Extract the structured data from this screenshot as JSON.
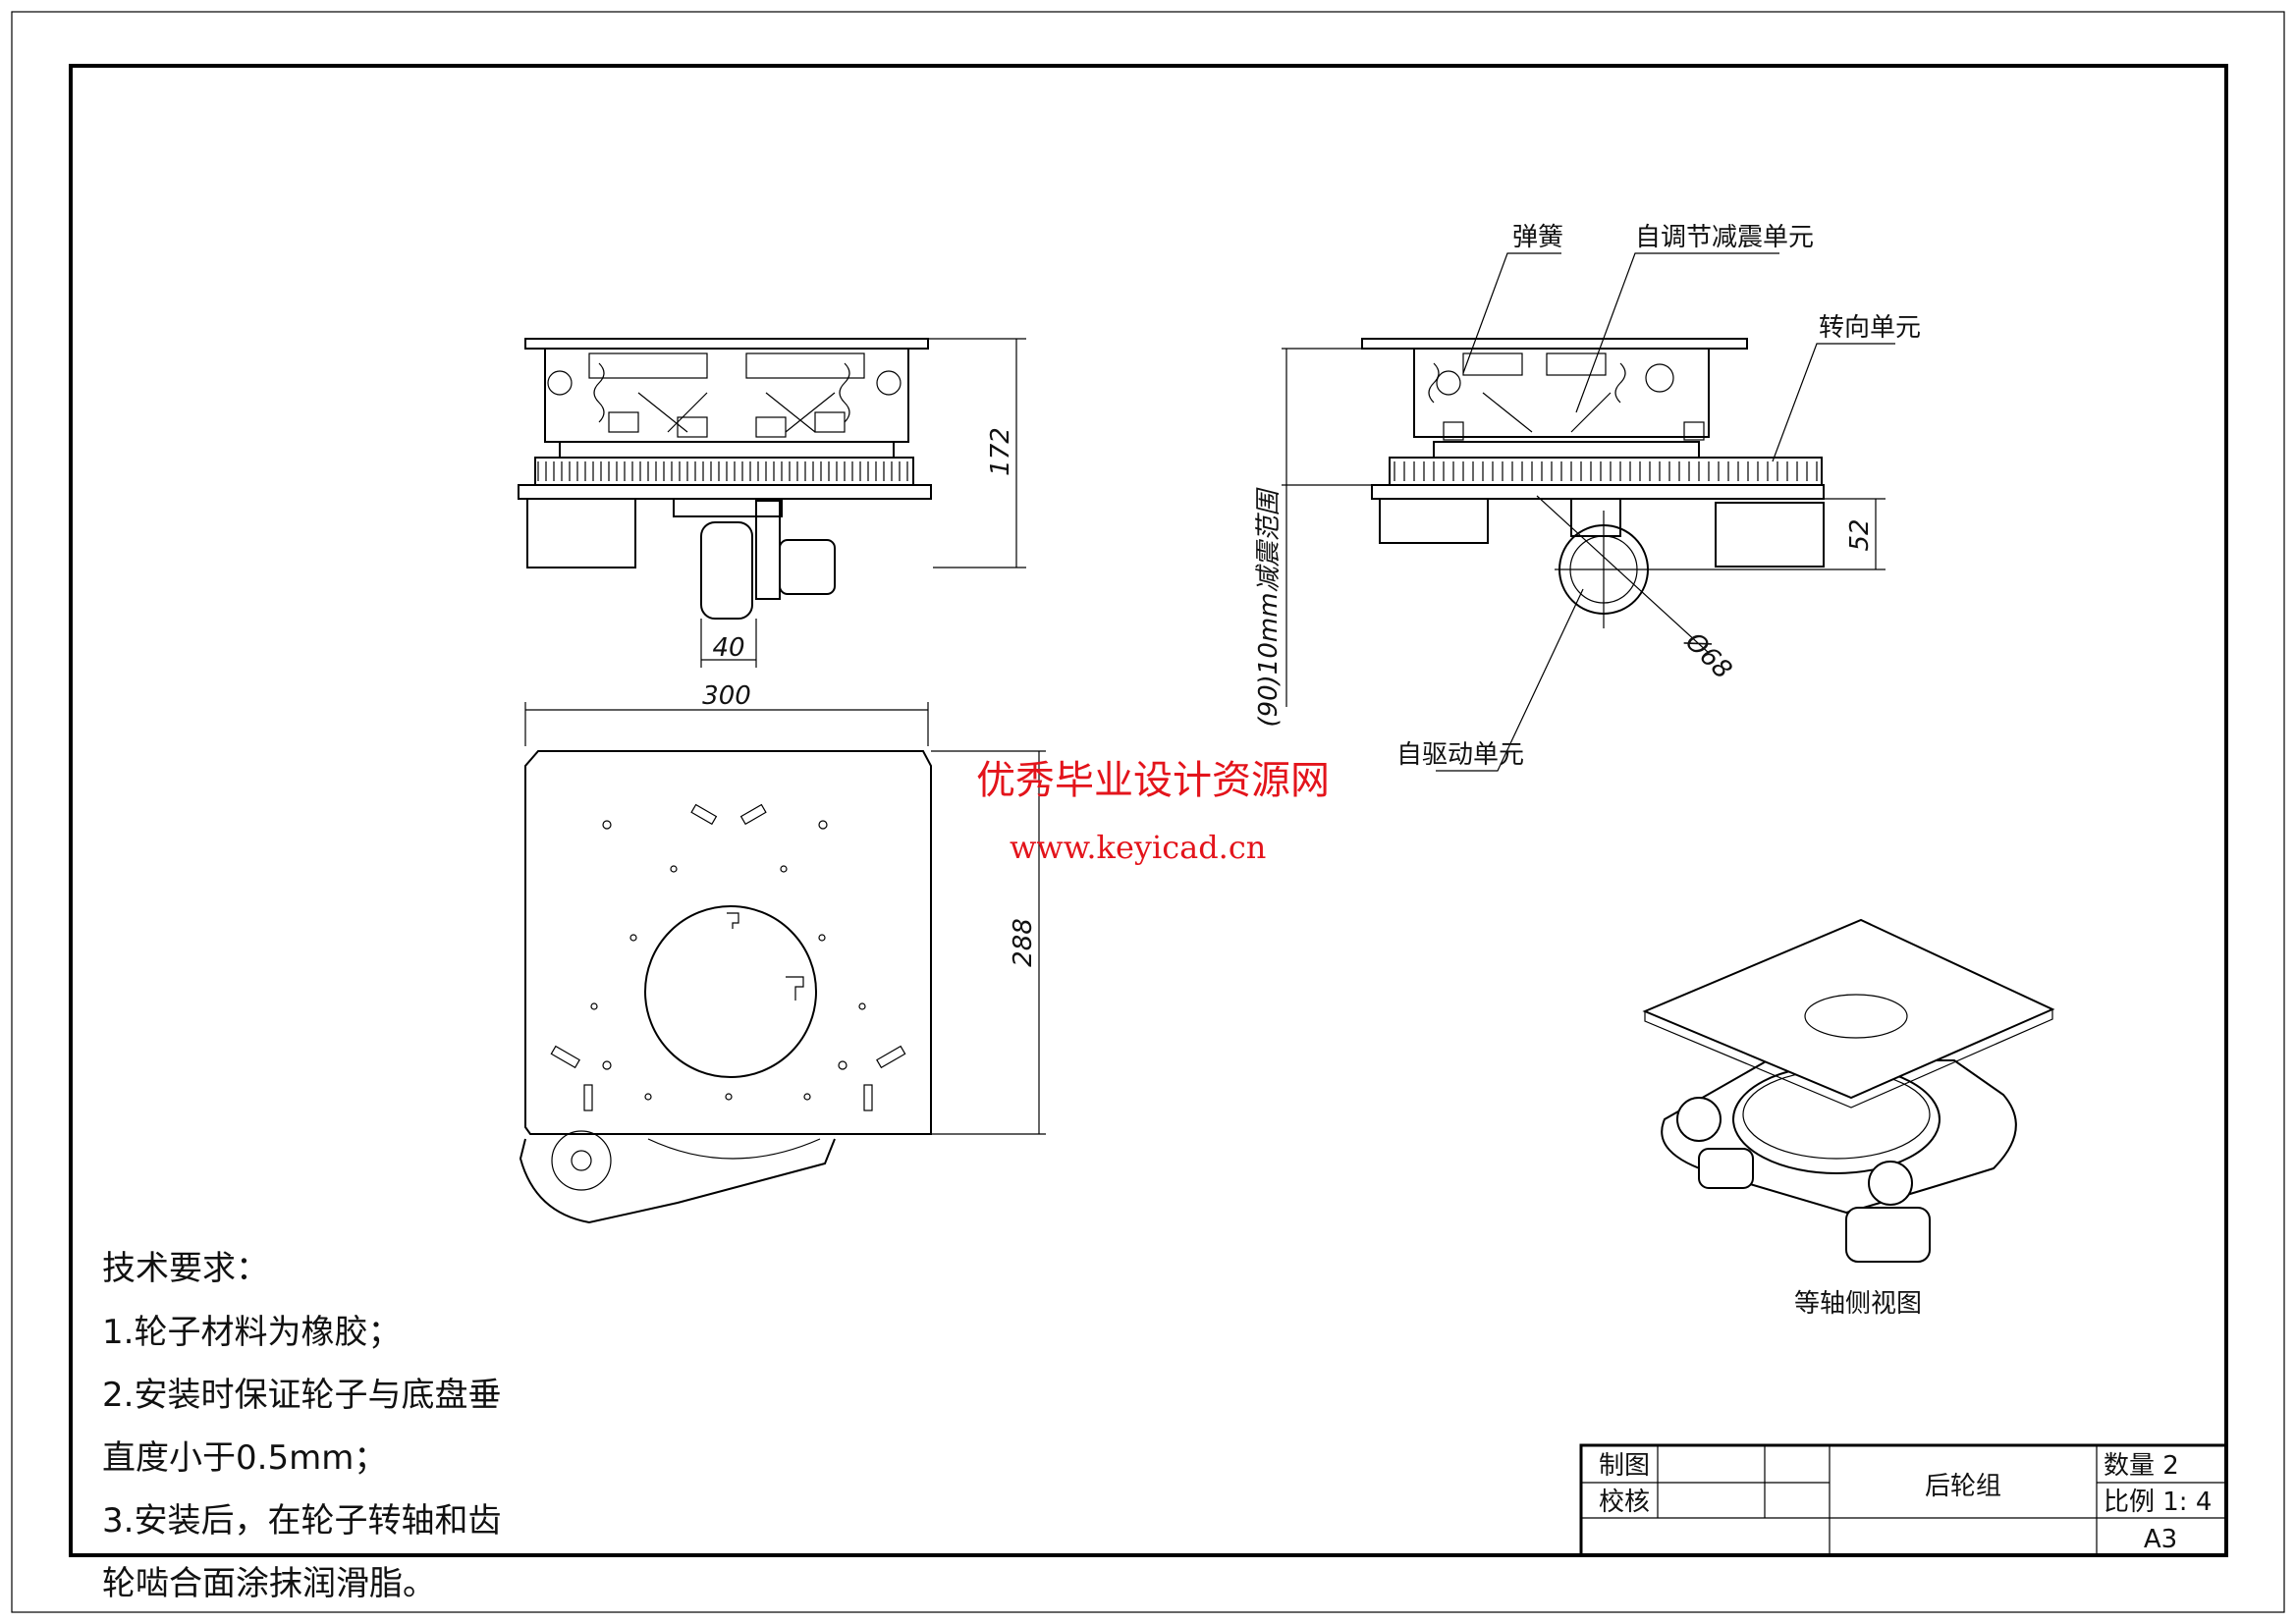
{
  "labels": {
    "spring": "弹簧",
    "self_adjust_damping_unit": "自调节减震单元",
    "steering_unit": "转向单元",
    "self_drive_unit": "自驱动单元",
    "damping_range": "(90)10mm减震范围",
    "isometric_view": "等轴侧视图"
  },
  "dimensions": {
    "height_172": "172",
    "wheel_width_40": "40",
    "width_300": "300",
    "depth_288": "288",
    "height_52": "52",
    "diameter_68": "Ø68"
  },
  "watermark": {
    "site_name": "优秀毕业设计资源网",
    "url": "www.keyicad.cn"
  },
  "tech_requirements": {
    "title": "技术要求：",
    "lines": [
      "1.轮子材料为橡胶；",
      "2.安装时保证轮子与底盘垂",
      "直度小于0.5mm；",
      "3.安装后，在轮子转轴和齿",
      "轮啮合面涂抹润滑脂。"
    ]
  },
  "title_block": {
    "drawn_label": "制图",
    "checked_label": "校核",
    "part_name": "后轮组",
    "quantity": "数量 2",
    "scale": "比例 1: 4",
    "sheet_size": "A3"
  }
}
